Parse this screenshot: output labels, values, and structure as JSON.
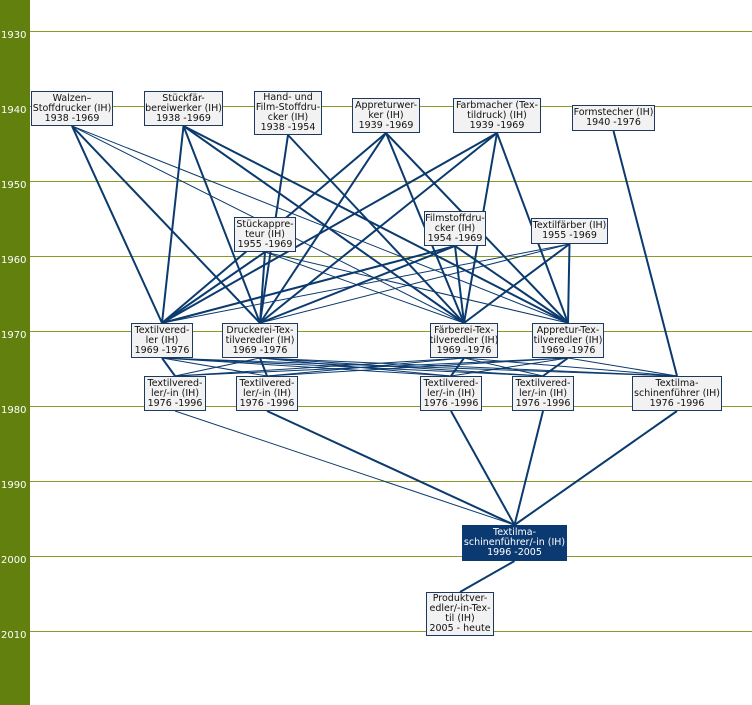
{
  "colors": {
    "timeline": "#62800e",
    "gridline": "#8a9a2a",
    "edge": "#0b3a6e",
    "node_bg": "#f2f2f2",
    "node_highlight": "#0b3a72"
  },
  "years": [
    "1930",
    "1940",
    "1950",
    "1960",
    "1970",
    "1980",
    "1990",
    "2000",
    "2010"
  ],
  "nodes": [
    {
      "id": "walzen",
      "lines": [
        "Walzen–",
        "Stoffdrucker (IH)",
        "1938 -1969"
      ]
    },
    {
      "id": "stueckfaer",
      "lines": [
        "Stückfär-",
        "bereiwerker (IH)",
        "1938 -1969"
      ]
    },
    {
      "id": "handfilm",
      "lines": [
        "Hand- und",
        "Film-Stoffdru-",
        "cker (IH)",
        "1938 -1954"
      ]
    },
    {
      "id": "appreturwerker",
      "lines": [
        "Appreturwer-",
        "ker (IH)",
        "1939 -1969"
      ]
    },
    {
      "id": "farbmacher",
      "lines": [
        "Farbmacher (Tex-",
        "tildruck) (IH)",
        "1939 -1969"
      ]
    },
    {
      "id": "formstecher",
      "lines": [
        "Formstecher (IH)",
        "1940 -1976"
      ]
    },
    {
      "id": "stueckappreteur",
      "lines": [
        "Stückappre-",
        "teur (IH)",
        "1955 -1969"
      ]
    },
    {
      "id": "filmstoffdrucker",
      "lines": [
        "Filmstoffdru-",
        "cker (IH)",
        "1954 -1969"
      ]
    },
    {
      "id": "textilfaerber",
      "lines": [
        "Textilfärber (IH)",
        "1955 -1969"
      ]
    },
    {
      "id": "tv1969",
      "lines": [
        "Textilvered-",
        "ler (IH)",
        "1969 -1976"
      ]
    },
    {
      "id": "druckerei",
      "lines": [
        "Druckerei-Tex-",
        "tilveredler (IH)",
        "1969 -1976"
      ]
    },
    {
      "id": "faerberei",
      "lines": [
        "Färberei-Tex-",
        "tilveredler (IH)",
        "1969 -1976"
      ]
    },
    {
      "id": "appretur",
      "lines": [
        "Appretur-Tex-",
        "tilveredler (IH)",
        "1969 -1976"
      ]
    },
    {
      "id": "tv76a",
      "lines": [
        "Textilvered-",
        "ler/-in (IH)",
        "1976 -1996"
      ]
    },
    {
      "id": "tv76b",
      "lines": [
        "Textilvered-",
        "ler/-in (IH)",
        "1976 -1996"
      ]
    },
    {
      "id": "tv76c",
      "lines": [
        "Textilvered-",
        "ler/-in (IH)",
        "1976 -1996"
      ]
    },
    {
      "id": "tv76d",
      "lines": [
        "Textilvered-",
        "ler/-in (IH)",
        "1976 -1996"
      ]
    },
    {
      "id": "tms76",
      "lines": [
        "Textilma-",
        "schinenführer (IH)",
        "1976 -1996"
      ]
    },
    {
      "id": "tms96",
      "lines": [
        "Textilma-",
        "schinenführer/-in (IH)",
        "1996 -2005"
      ],
      "highlight": true
    },
    {
      "id": "produkt",
      "lines": [
        "Produktver-",
        "edler/-in-Tex-",
        "til (IH)",
        "2005 - heute"
      ]
    }
  ]
}
